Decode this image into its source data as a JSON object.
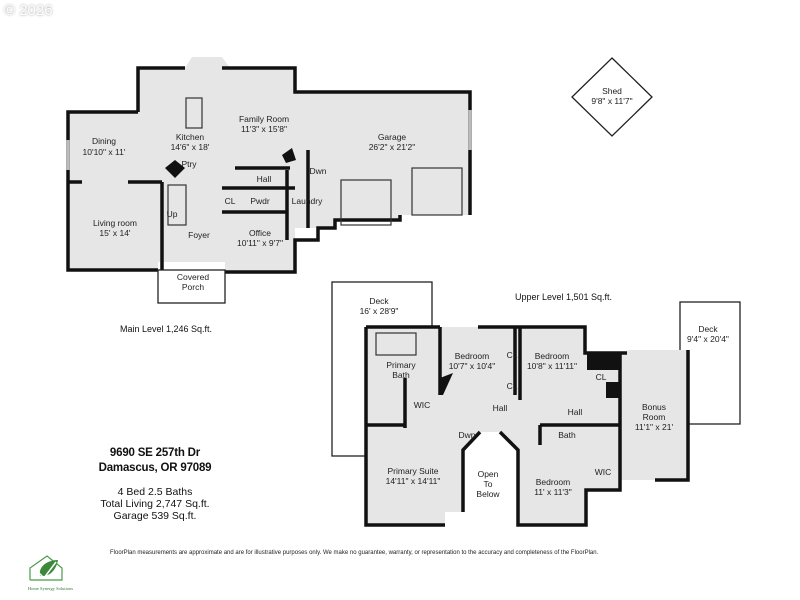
{
  "watermark": "© 2026",
  "main_level": {
    "label": "Main Level  1,246 Sq.ft.",
    "rooms": [
      {
        "name": "Dining",
        "dims": "10'10\" x 11'"
      },
      {
        "name": "Kitchen",
        "dims": "14'6\" x 18'"
      },
      {
        "name": "Family Room",
        "dims": "11'3\" x 15'8\""
      },
      {
        "name": "Garage",
        "dims": "26'2\" x 21'2\""
      },
      {
        "name": "Living room",
        "dims": "15' x 14'"
      },
      {
        "name": "Office",
        "dims": "10'11\" x 9'7\""
      },
      {
        "name": "Covered",
        "dims": "Porch"
      }
    ],
    "small_labels": {
      "ptry": "Ptry",
      "hall": "Hall",
      "cl": "CL",
      "pwdr": "Pwdr",
      "laundry": "Laundry",
      "up": "Up",
      "foyer": "Foyer",
      "dwn": "Dwn"
    }
  },
  "shed": {
    "name": "Shed",
    "dims": "9'8\" x 11'7\""
  },
  "upper_level": {
    "label": "Upper Level  1,501 Sq.ft.",
    "rooms": [
      {
        "name": "Deck",
        "dims": "16' x 28'9\""
      },
      {
        "name": "Bedroom",
        "dims": "10'7\" x 10'4\""
      },
      {
        "name": "Bedroom",
        "dims": "10'8\" x 11'11\""
      },
      {
        "name": "Deck",
        "dims": "9'4\" x 20'4\""
      },
      {
        "name": "Bonus",
        "dims": "Room",
        "extra": "11'1\" x 21'"
      },
      {
        "name": "Primary Suite",
        "dims": "14'11\" x 14'11\""
      },
      {
        "name": "Bedroom",
        "dims": "11' x 11'3\""
      }
    ],
    "small_labels": {
      "primary": "Primary",
      "bath_word": "Bath",
      "wic": "WIC",
      "cl": "CL",
      "hall": "Hall",
      "dwn": "Dwn",
      "bath": "Bath",
      "open": "Open",
      "to": "To",
      "below": "Below"
    }
  },
  "property": {
    "address_line1": "9690 SE 257th Dr",
    "address_line2": "Damascus, OR 97089",
    "beds_baths": "4 Bed  2.5 Baths",
    "total_living": "Total Living 2,747 Sq.ft.",
    "garage": "Garage 539 Sq.ft."
  },
  "disclaimer": "FloorPlan measurements are approximate and are for illustrative purposes only. We make no guarantee, warranty, or representation to the accuracy and completeness of the FloorPlan.",
  "logo": {
    "text": "Home Synergy Solutions",
    "color": "#2f7a3a"
  }
}
